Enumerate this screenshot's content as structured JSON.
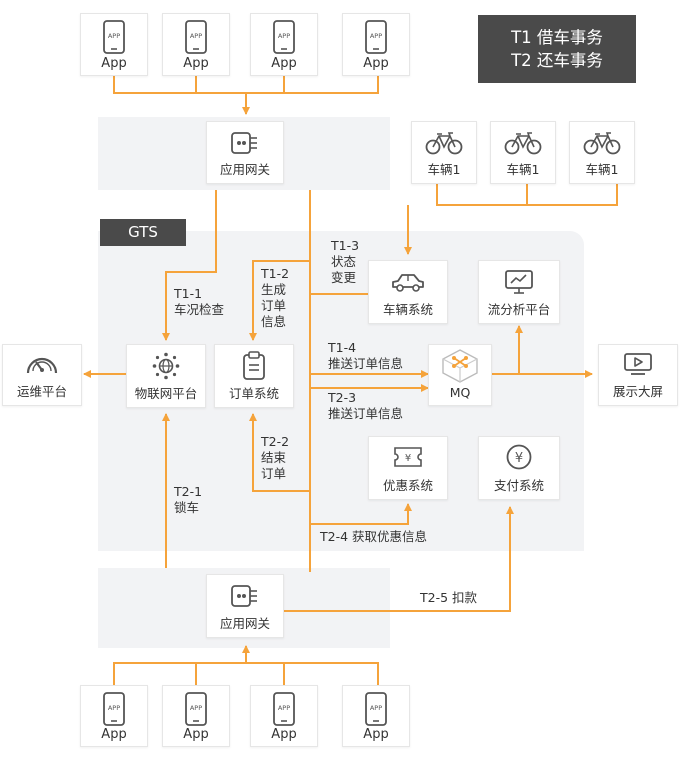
{
  "legend": {
    "line1": "T1 借车事务",
    "line2": "T2 还车事务"
  },
  "gts_label": "GTS",
  "apps_top": [
    "App",
    "App",
    "App",
    "App"
  ],
  "apps_bottom": [
    "App",
    "App",
    "App",
    "App"
  ],
  "app_icon_text": "APP",
  "gateway_top": "应用网关",
  "gateway_bottom": "应用网关",
  "bikes": [
    "车辆1",
    "车辆1",
    "车辆1"
  ],
  "systems": {
    "vehicle": "车辆系统",
    "stream": "流分析平台",
    "iot": "物联网平台",
    "order": "订单系统",
    "mq": "MQ",
    "coupon": "优惠系统",
    "pay": "支付系统",
    "ops": "运维平台",
    "screen": "展示大屏"
  },
  "steps": {
    "t1_1": [
      "T1-1",
      "车况检查"
    ],
    "t1_2": [
      "T1-2",
      "生成",
      "订单",
      "信息"
    ],
    "t1_3": [
      "T1-3",
      "状态",
      "变更"
    ],
    "t1_4": [
      "T1-4",
      "推送订单信息"
    ],
    "t2_1": [
      "T2-1",
      "锁车"
    ],
    "t2_2": [
      "T2-2",
      "结束",
      "订单"
    ],
    "t2_3": [
      "T2-3",
      "推送订单信息"
    ],
    "t2_4": "T2-4 获取优惠信息",
    "t2_5": "T2-5 扣款"
  },
  "colors": {
    "arrow": "#f5a33b",
    "panel": "#f2f3f5",
    "dark": "#4a4a4a"
  },
  "icons": {
    "app": "phone-app-icon",
    "gateway": "gateway-icon",
    "bike": "bicycle-icon",
    "vehicle": "car-icon",
    "stream": "monitor-chart-icon",
    "iot": "network-globe-icon",
    "order": "clipboard-icon",
    "mq": "mq-cube-icon",
    "coupon": "coupon-ticket-icon",
    "pay": "yen-coin-icon",
    "ops": "gauge-icon",
    "screen": "play-screen-icon"
  }
}
